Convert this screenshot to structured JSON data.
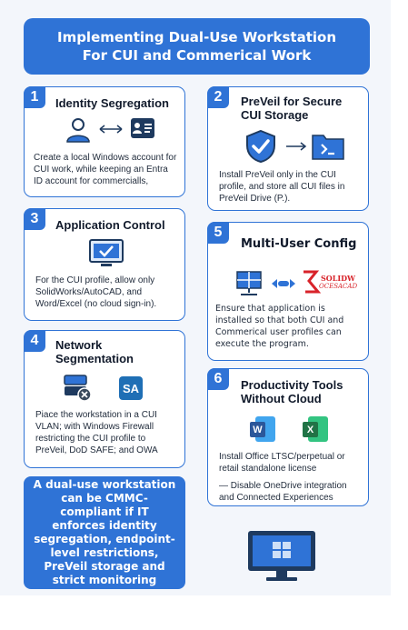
{
  "header": {
    "title_line1": "Implementing Dual-Use Workstation",
    "title_line2": "For CUI and Commerical Work"
  },
  "cards": [
    {
      "number": "1",
      "title": "Identity Segregation",
      "text": "Create a local Windows account for CUI work, while keeping an Entra ID account for commercialls,"
    },
    {
      "number": "2",
      "title_line1": "PreVeil for Secure",
      "title_line2": "CUI Storage",
      "text": "Install PreVeil only in the CUI profile, and store all CUI files in PreVeil Drive (P.)."
    },
    {
      "number": "3",
      "title": "Application Control",
      "text": "For the CUI profile, allow only SolidWorks/AutoCAD, and Word/Excel (no cloud sign-in)."
    },
    {
      "number": "4",
      "title_line1": "Network",
      "title_line2": "Segmentation",
      "text": "Piace the workstation in a CUI VLAN; with Windows Firewall restricting the CUI profile to PreVeil, DoD SAFE; and OWA",
      "icon_label": "SA"
    },
    {
      "number": "5",
      "title": "Multi-User Config",
      "text": "Ensure that application is installed so that both CUI and Commerical user profiles can execute the program.",
      "logo_line1": "SOLIDW",
      "logo_line2": "OCESACAD"
    },
    {
      "number": "6",
      "title_line1": "Productivity Tools",
      "title_line2": "Without Cloud",
      "text": "Install Office LTSC/perpetual or retail standalone license",
      "subtext": "— Disable OneDrive integration and Connected Experiences",
      "word_letter": "W",
      "excel_letter": "X"
    }
  ],
  "summary": {
    "text": "A dual-use workstation can be CMMC-compliant if IT enforces identity segregation, endpoint-level restrictions, PreVeil storage and strict monitoring"
  },
  "colors": {
    "accent": "#2f73d6",
    "word": "#2b579a",
    "excel": "#217346",
    "solidworks_red": "#d8232a"
  }
}
